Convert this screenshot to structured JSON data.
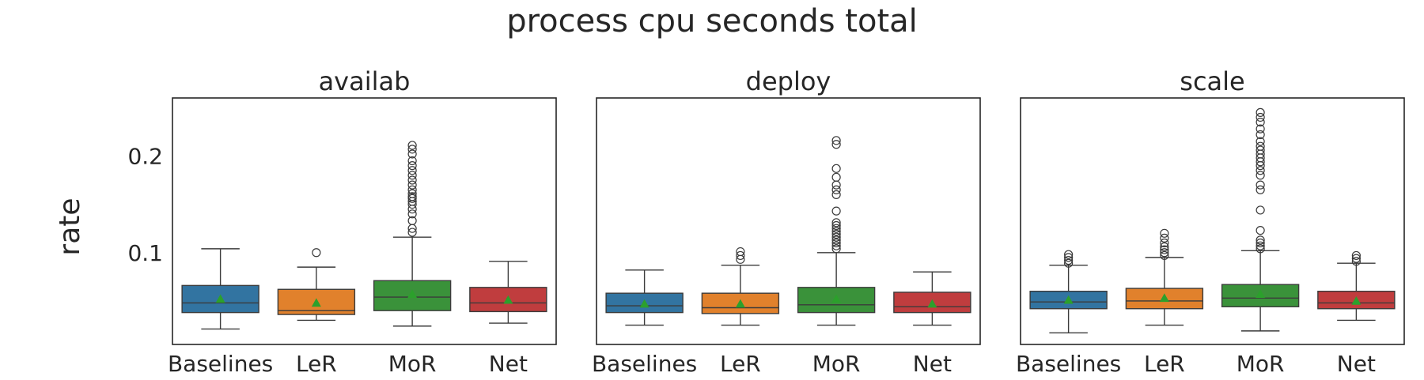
{
  "title": "process cpu seconds total",
  "chart_data": {
    "type": "box",
    "title": "process cpu seconds total",
    "ylabel": "rate",
    "ylim": [
      0.005,
      0.26
    ],
    "yticks": [
      0.1,
      0.2
    ],
    "ytick_labels": [
      "0.1",
      "0.2"
    ],
    "categories": [
      "Baselines",
      "LeR",
      "MoR",
      "Net"
    ],
    "colors": {
      "Baselines": "#3274a1",
      "LeR": "#e1812c",
      "MoR": "#3a923a",
      "Net": "#c03d3e",
      "mean_marker": "#2ca02c"
    },
    "panels": [
      {
        "name": "availab",
        "boxes": [
          {
            "category": "Baselines",
            "whislo": 0.021,
            "q1": 0.038,
            "med": 0.048,
            "q3": 0.066,
            "whishi": 0.104,
            "mean": 0.052,
            "fliers": []
          },
          {
            "category": "LeR",
            "whislo": 0.03,
            "q1": 0.036,
            "med": 0.04,
            "q3": 0.062,
            "whishi": 0.085,
            "mean": 0.048,
            "fliers": [
              0.1
            ]
          },
          {
            "category": "MoR",
            "whislo": 0.024,
            "q1": 0.04,
            "med": 0.054,
            "q3": 0.071,
            "whishi": 0.116,
            "mean": 0.057,
            "fliers": [
              0.121,
              0.125,
              0.133,
              0.14,
              0.145,
              0.15,
              0.153,
              0.156,
              0.158,
              0.161,
              0.165,
              0.17,
              0.175,
              0.18,
              0.185,
              0.19,
              0.195,
              0.202,
              0.207,
              0.211
            ]
          },
          {
            "category": "Net",
            "whislo": 0.027,
            "q1": 0.039,
            "med": 0.048,
            "q3": 0.064,
            "whishi": 0.091,
            "mean": 0.051,
            "fliers": []
          }
        ]
      },
      {
        "name": "deploy",
        "boxes": [
          {
            "category": "Baselines",
            "whislo": 0.025,
            "q1": 0.038,
            "med": 0.045,
            "q3": 0.058,
            "whishi": 0.082,
            "mean": 0.047,
            "fliers": []
          },
          {
            "category": "LeR",
            "whislo": 0.025,
            "q1": 0.037,
            "med": 0.043,
            "q3": 0.058,
            "whishi": 0.087,
            "mean": 0.047,
            "fliers": [
              0.093,
              0.097,
              0.101
            ]
          },
          {
            "category": "MoR",
            "whislo": 0.025,
            "q1": 0.038,
            "med": 0.046,
            "q3": 0.064,
            "whishi": 0.1,
            "mean": 0.052,
            "fliers": [
              0.104,
              0.107,
              0.11,
              0.113,
              0.116,
              0.119,
              0.122,
              0.125,
              0.128,
              0.131,
              0.143,
              0.16,
              0.165,
              0.17,
              0.178,
              0.187,
              0.212,
              0.216
            ]
          },
          {
            "category": "Net",
            "whislo": 0.025,
            "q1": 0.038,
            "med": 0.044,
            "q3": 0.059,
            "whishi": 0.08,
            "mean": 0.047,
            "fliers": []
          }
        ]
      },
      {
        "name": "scale",
        "boxes": [
          {
            "category": "Baselines",
            "whislo": 0.017,
            "q1": 0.042,
            "med": 0.049,
            "q3": 0.06,
            "whishi": 0.087,
            "mean": 0.051,
            "fliers": [
              0.089,
              0.092,
              0.095,
              0.098
            ]
          },
          {
            "category": "LeR",
            "whislo": 0.025,
            "q1": 0.042,
            "med": 0.05,
            "q3": 0.063,
            "whishi": 0.095,
            "mean": 0.053,
            "fliers": [
              0.097,
              0.1,
              0.103,
              0.106,
              0.11,
              0.115,
              0.12
            ]
          },
          {
            "category": "MoR",
            "whislo": 0.019,
            "q1": 0.044,
            "med": 0.053,
            "q3": 0.067,
            "whishi": 0.102,
            "mean": 0.057,
            "fliers": [
              0.104,
              0.107,
              0.11,
              0.113,
              0.123,
              0.144,
              0.165,
              0.17,
              0.18,
              0.185,
              0.19,
              0.194,
              0.198,
              0.202,
              0.206,
              0.21,
              0.215,
              0.222,
              0.228,
              0.235,
              0.24,
              0.245
            ]
          },
          {
            "category": "Net",
            "whislo": 0.03,
            "q1": 0.042,
            "med": 0.048,
            "q3": 0.06,
            "whishi": 0.089,
            "mean": 0.05,
            "fliers": [
              0.091,
              0.094,
              0.097
            ]
          }
        ]
      }
    ]
  }
}
